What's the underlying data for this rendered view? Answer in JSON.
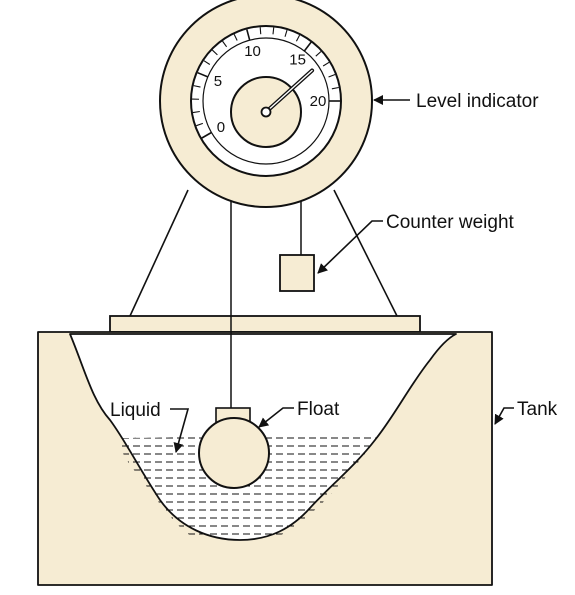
{
  "colors": {
    "fill": "#f6ecd3",
    "stroke": "#111111",
    "background": "#ffffff"
  },
  "gauge": {
    "tick_labels": [
      "0",
      "5",
      "10",
      "15",
      "20"
    ],
    "scale_min": 0,
    "scale_max": 20,
    "reading": 16
  },
  "labels": {
    "level_indicator": "Level indicator",
    "counter_weight": "Counter weight",
    "liquid": "Liquid",
    "float": "Float",
    "tank": "Tank"
  }
}
